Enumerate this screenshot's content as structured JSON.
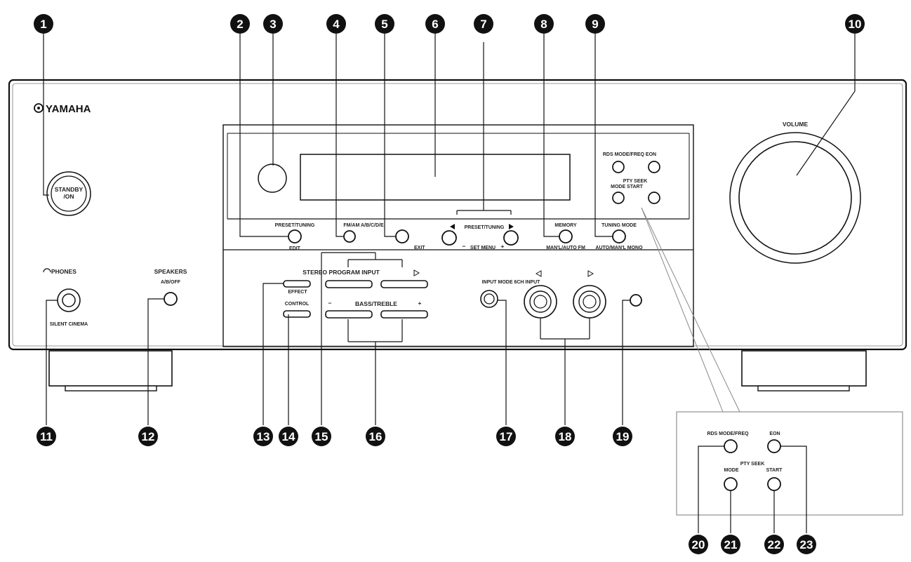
{
  "brand": "YAMAHA",
  "labels": {
    "standby_on": [
      "STANDBY",
      "/ON"
    ],
    "phones": "PHONES",
    "silent_cinema": "SILENT CINEMA",
    "speakers": "SPEAKERS",
    "speakers_sub": "A/B/OFF",
    "volume": "VOLUME",
    "preset_tuning": "PRESET/TUNING",
    "edit": "EDIT",
    "fm_am": "FM/AM A/B/C/D/E",
    "exit": "EXIT",
    "preset_tuning_arrows": "PRESET/TUNING",
    "set_menu": "SET MENU",
    "minus": "−",
    "plus": "+",
    "memory": "MEMORY",
    "memory_sub": "MAN'L/AUTO FM",
    "tuning_mode": "TUNING MODE",
    "tuning_mode_sub": "AUTO/MAN'L MONO",
    "rds_panel_top": "RDS MODE/FREQ EON",
    "rds_panel_mid": [
      "PTY SEEK",
      "MODE START"
    ],
    "stereo_program_input": "STEREO PROGRAM INPUT",
    "effect": "EFFECT",
    "control": "CONTROL",
    "bass_treble": "BASS/TREBLE",
    "input_mode": "INPUT MODE 6CH INPUT",
    "inset_rds": "RDS MODE/FREQ",
    "inset_eon": "EON",
    "inset_pty_seek": "PTY SEEK",
    "inset_mode": "MODE",
    "inset_start": "START"
  },
  "callouts": [
    "1",
    "2",
    "3",
    "4",
    "5",
    "6",
    "7",
    "8",
    "9",
    "10",
    "11",
    "12",
    "13",
    "14",
    "15",
    "16",
    "17",
    "18",
    "19",
    "20",
    "21",
    "22",
    "23"
  ]
}
